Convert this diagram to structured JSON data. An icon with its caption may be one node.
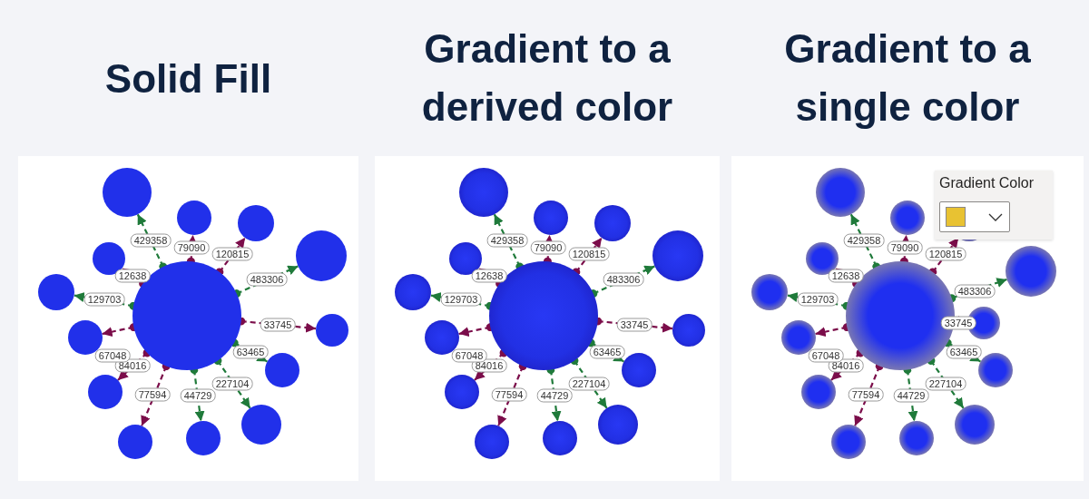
{
  "diagram": {
    "nodes": [
      {
        "text": [
          "Solid Fill"
        ]
      },
      {
        "text": [],
        "shape": "circle",
        "in": 0
      },
      {
        "text": [],
        "shape": "circle",
        "in": 0
      },
      {
        "text": [],
        "shape": "circle",
        "in": 0
      },
      {
        "text": [],
        "shape": "circle",
        "in": 0
      },
      {
        "text": [],
        "shape": "circle",
        "in": 0
      },
      {
        "text": [],
        "shape": "circle",
        "in": 0
      },
      {
        "text": [],
        "shape": "circle",
        "in": 0
      },
      {
        "text": [],
        "shape": "circle",
        "in": 0
      },
      {
        "text": [],
        "shape": "circle",
        "in": 0
      },
      {
        "text": [],
        "shape": "circle",
        "in": 0
      },
      {
        "text": [],
        "shape": "circle",
        "in": 0
      },
      {
        "text": [],
        "shape": "circle",
        "in": 0
      },
      {
        "text": [],
        "shape": "circle",
        "in": 0
      },
      {
        "text": [],
        "shape": "circle",
        "in": 0
      },
      {
        "text": [
          "Gradient to a derived color"
        ]
      },
      {
        "text": [],
        "shape": "circle",
        "in": 15
      },
      {
        "text": [],
        "shape": "circle",
        "in": 15
      },
      {
        "text": [],
        "shape": "circle",
        "in": 15
      },
      {
        "text": [],
        "shape": "circle",
        "in": 15
      },
      {
        "text": [],
        "shape": "circle",
        "in": 15
      },
      {
        "text": [],
        "shape": "circle",
        "in": 15
      },
      {
        "text": [],
        "shape": "circle",
        "in": 15
      },
      {
        "text": [],
        "shape": "circle",
        "in": 15
      },
      {
        "text": [],
        "shape": "circle",
        "in": 15
      },
      {
        "text": [],
        "shape": "circle",
        "in": 15
      },
      {
        "text": [],
        "shape": "circle",
        "in": 15
      },
      {
        "text": [],
        "shape": "circle",
        "in": 15
      },
      {
        "text": [],
        "shape": "circle",
        "in": 15
      },
      {
        "text": [],
        "shape": "circle",
        "in": 15
      },
      {
        "text": [
          "Gradient to a single color"
        ]
      },
      {
        "text": [],
        "shape": "circle",
        "in": 30
      },
      {
        "text": [],
        "shape": "circle",
        "in": 30
      },
      {
        "text": [],
        "shape": "circle",
        "in": 30
      },
      {
        "text": [],
        "shape": "circle",
        "in": 30
      },
      {
        "text": [],
        "shape": "circle",
        "in": 30
      },
      {
        "text": [],
        "shape": "circle",
        "in": 30
      },
      {
        "text": [],
        "shape": "circle",
        "in": 30
      },
      {
        "text": [],
        "shape": "circle",
        "in": 30
      },
      {
        "text": [],
        "shape": "circle",
        "in": 30
      },
      {
        "text": [],
        "shape": "circle",
        "in": 30
      },
      {
        "text": [],
        "shape": "circle",
        "in": 30
      },
      {
        "text": [],
        "shape": "circle",
        "in": 30
      },
      {
        "text": [],
        "shape": "circle",
        "in": 30
      },
      {
        "text": [],
        "shape": "circle",
        "in": 30
      }
    ],
    "edges": [
      {
        "from": 1,
        "to": 2,
        "arrow": "to",
        "label": "429358",
        "style": "dashed",
        "color": "#1f7a3a"
      },
      {
        "from": 1,
        "to": 3,
        "arrow": "to",
        "label": "79090",
        "style": "dashed",
        "color": "#7b0d4a"
      },
      {
        "from": 1,
        "to": 4,
        "arrow": "to",
        "label": "120815",
        "style": "dashed",
        "color": "#7b0d4a"
      },
      {
        "from": 1,
        "to": 5,
        "arrow": "to",
        "label": "483306",
        "style": "dashed",
        "color": "#1f7a3a"
      },
      {
        "from": 1,
        "to": 6,
        "arrow": "to",
        "label": "33745",
        "style": "dashed",
        "color": "#7b0d4a"
      },
      {
        "from": 1,
        "to": 7,
        "arrow": "to",
        "label": "63465",
        "style": "dashed",
        "color": "#1f7a3a"
      },
      {
        "from": 1,
        "to": 8,
        "arrow": "to",
        "label": "227104",
        "style": "dashed",
        "color": "#1f7a3a"
      },
      {
        "from": 1,
        "to": 9,
        "arrow": "to",
        "label": "44729",
        "style": "dashed",
        "color": "#1f7a3a"
      },
      {
        "from": 1,
        "to": 10,
        "arrow": "to",
        "label": "77594",
        "style": "dashed",
        "color": "#7b0d4a"
      },
      {
        "from": 1,
        "to": 11,
        "arrow": "to",
        "label": "84016",
        "style": "dashed",
        "color": "#7b0d4a"
      },
      {
        "from": 1,
        "to": 12,
        "arrow": "to",
        "label": "67048",
        "style": "dashed",
        "color": "#7b0d4a"
      },
      {
        "from": 1,
        "to": 13,
        "arrow": "to",
        "label": "129703",
        "style": "dashed",
        "color": "#1f7a3a"
      },
      {
        "from": 1,
        "to": 14,
        "arrow": "to",
        "label": "12638",
        "style": "dashed",
        "color": "#7b0d4a"
      },
      {
        "from": 16,
        "to": 17,
        "arrow": "to",
        "label": "429358",
        "style": "dashed",
        "color": "#1f7a3a"
      },
      {
        "from": 16,
        "to": 18,
        "arrow": "to",
        "label": "79090",
        "style": "dashed",
        "color": "#7b0d4a"
      },
      {
        "from": 16,
        "to": 19,
        "arrow": "to",
        "label": "120815",
        "style": "dashed",
        "color": "#7b0d4a"
      },
      {
        "from": 16,
        "to": 20,
        "arrow": "to",
        "label": "483306",
        "style": "dashed",
        "color": "#1f7a3a"
      },
      {
        "from": 16,
        "to": 21,
        "arrow": "to",
        "label": "33745",
        "style": "dashed",
        "color": "#7b0d4a"
      },
      {
        "from": 16,
        "to": 22,
        "arrow": "to",
        "label": "63465",
        "style": "dashed",
        "color": "#1f7a3a"
      },
      {
        "from": 16,
        "to": 23,
        "arrow": "to",
        "label": "227104",
        "style": "dashed",
        "color": "#1f7a3a"
      },
      {
        "from": 16,
        "to": 24,
        "arrow": "to",
        "label": "44729",
        "style": "dashed",
        "color": "#1f7a3a"
      },
      {
        "from": 16,
        "to": 25,
        "arrow": "to",
        "label": "77594",
        "style": "dashed",
        "color": "#7b0d4a"
      },
      {
        "from": 16,
        "to": 26,
        "arrow": "to",
        "label": "84016",
        "style": "dashed",
        "color": "#7b0d4a"
      },
      {
        "from": 16,
        "to": 27,
        "arrow": "to",
        "label": "67048",
        "style": "dashed",
        "color": "#7b0d4a"
      },
      {
        "from": 16,
        "to": 28,
        "arrow": "to",
        "label": "129703",
        "style": "dashed",
        "color": "#1f7a3a"
      },
      {
        "from": 16,
        "to": 29,
        "arrow": "to",
        "label": "12638",
        "style": "dashed",
        "color": "#7b0d4a"
      },
      {
        "from": 31,
        "to": 32,
        "arrow": "to",
        "label": "429358",
        "style": "dashed",
        "color": "#1f7a3a"
      },
      {
        "from": 31,
        "to": 33,
        "arrow": "to",
        "label": "79090",
        "style": "dashed",
        "color": "#7b0d4a"
      },
      {
        "from": 31,
        "to": 34,
        "arrow": "to",
        "label": "120815",
        "style": "dashed",
        "color": "#7b0d4a"
      },
      {
        "from": 31,
        "to": 35,
        "arrow": "to",
        "label": "483306",
        "style": "dashed",
        "color": "#1f7a3a"
      },
      {
        "from": 31,
        "to": 36,
        "arrow": "to",
        "label": "33745",
        "style": "dashed",
        "color": "#7b0d4a"
      },
      {
        "from": 31,
        "to": 37,
        "arrow": "to",
        "label": "63465",
        "style": "dashed",
        "color": "#1f7a3a"
      },
      {
        "from": 31,
        "to": 38,
        "arrow": "to",
        "label": "227104",
        "style": "dashed",
        "color": "#1f7a3a"
      },
      {
        "from": 31,
        "to": 39,
        "arrow": "to",
        "label": "44729",
        "style": "dashed",
        "color": "#1f7a3a"
      },
      {
        "from": 31,
        "to": 40,
        "arrow": "to",
        "label": "77594",
        "style": "dashed",
        "color": "#7b0d4a"
      },
      {
        "from": 31,
        "to": 41,
        "arrow": "to",
        "label": "84016",
        "style": "dashed",
        "color": "#7b0d4a"
      },
      {
        "from": 31,
        "to": 42,
        "arrow": "to",
        "label": "67048",
        "style": "dashed",
        "color": "#7b0d4a"
      },
      {
        "from": 31,
        "to": 43,
        "arrow": "to",
        "label": "129703",
        "style": "dashed",
        "color": "#1f7a3a"
      },
      {
        "from": 31,
        "to": 44,
        "arrow": "to",
        "label": "12638",
        "style": "dashed",
        "color": "#7b0d4a"
      }
    ],
    "labels": [
      "Gradient Color"
    ]
  }
}
